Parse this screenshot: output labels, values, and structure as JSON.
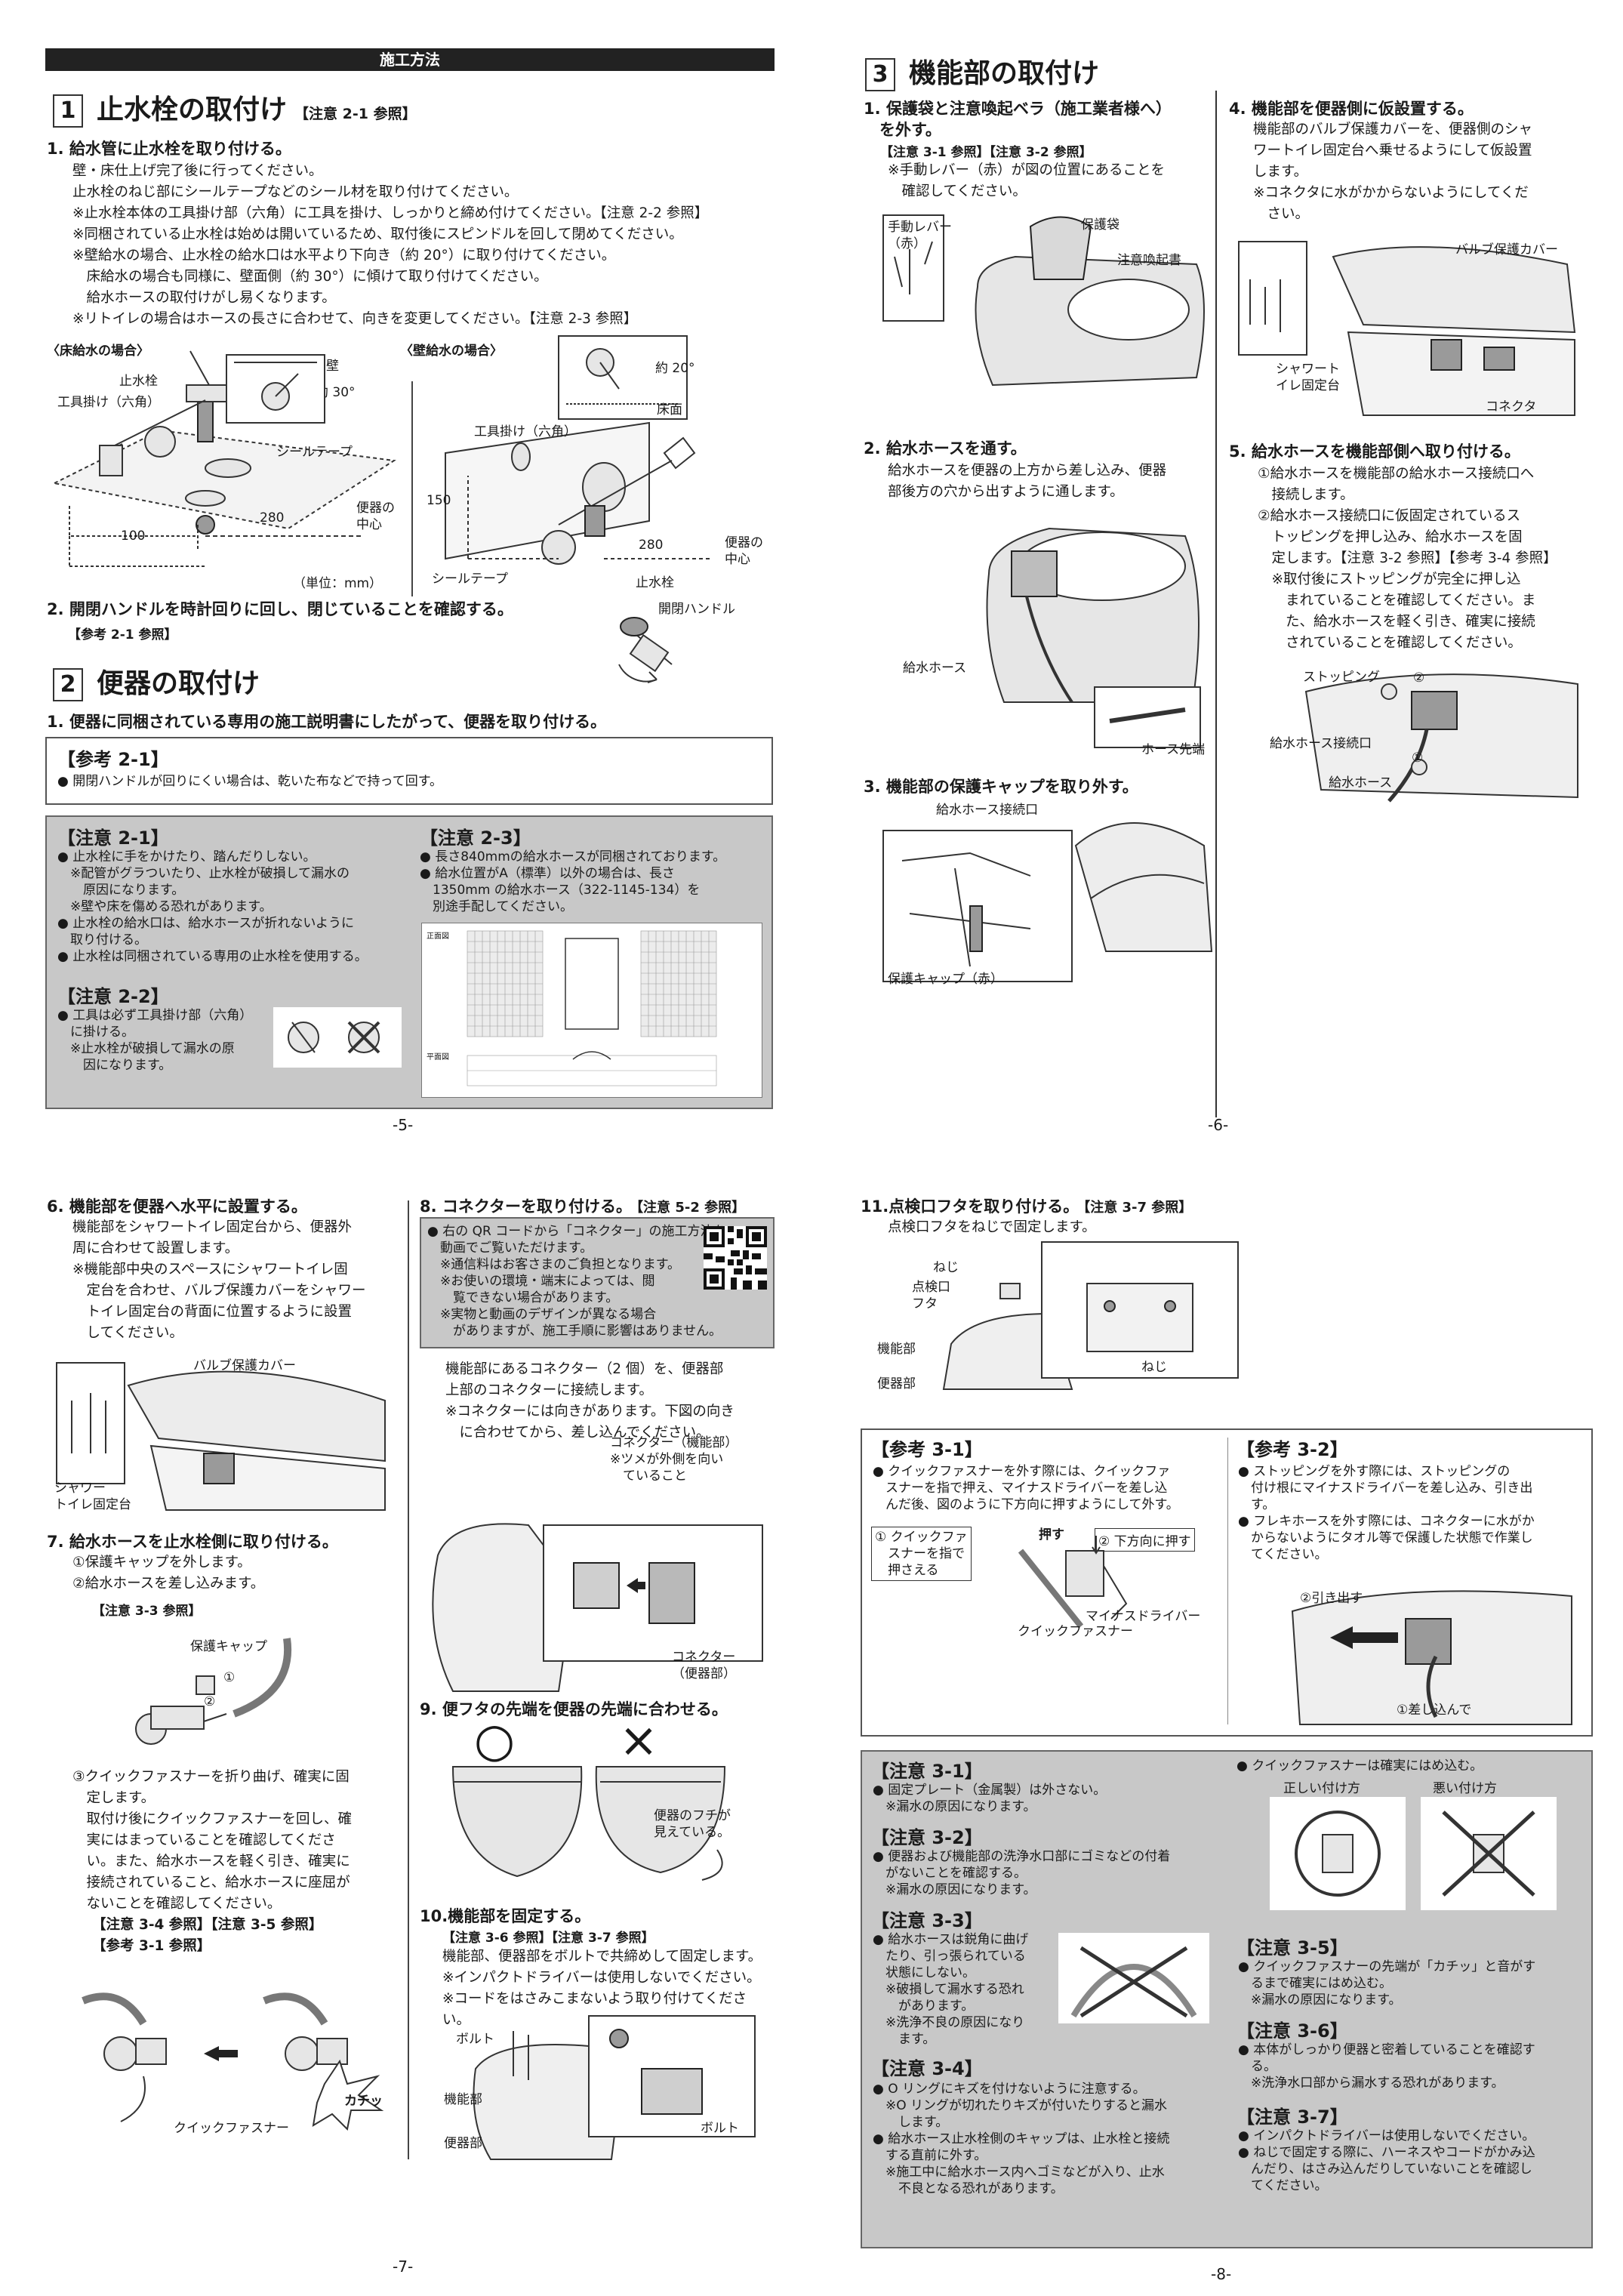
{
  "p5": {
    "bar": "施工方法",
    "s1": {
      "num": "1",
      "title": "止水栓の取付け",
      "ref": "【注意 2-1 参照】"
    },
    "st1": {
      "head": "1. 給水管に止水栓を取り付ける。",
      "body": "壁・床仕上げ完了後に行ってください。\n止水栓のねじ部にシールテープなどのシール材を取り付けてください。\n※止水栓本体の工具掛け部（六角）に工具を掛け、しっかりと締め付けてください。【注意 2-2 参照】\n※同梱されている止水栓は始めは開いているため、取付後にスピンドルを回して閉めてください。\n※壁給水の場合、止水栓の給水口は水平より下向き（約 20°）に取り付けてください。\n　床給水の場合も同様に、壁面側（約 30°）に傾けて取り付けてください。\n　給水ホースの取付けがし易くなります。\n※リトイレの場合はホースの長さに合わせて、向きを変更してください。【注意 2-3 参照】"
    },
    "fig1": {
      "floor_label": "〈床給水の場合〉",
      "wall_label": "〈壁給水の場合〉",
      "shisuisen": "止水栓",
      "kougu": "工具掛け（六角）",
      "kabe": "壁",
      "yaku30": "約 30°",
      "seal": "シールテープ",
      "d280": "280",
      "d100": "100",
      "center": "便器の\n中心",
      "unit": "（単位：mm）",
      "yaku20": "約 20°",
      "yuka": "床面",
      "kougu2": "工具掛け（六角）",
      "d150": "150",
      "d280b": "280",
      "center2": "便器の\n中心",
      "seal2": "シールテープ",
      "shisuisen2": "止水栓",
      "handle": "開閉ハンドル"
    },
    "st2": {
      "head": "2. 開閉ハンドルを時計回りに回し、閉じていることを確認する。",
      "ref": "【参考 2-1 参照】"
    },
    "s2": {
      "num": "2",
      "title": "便器の取付け"
    },
    "st3": {
      "head": "1. 便器に同梱されている専用の施工説明書にしたがって、便器を取り付ける。"
    },
    "ref21": {
      "title": "【参考 2-1】",
      "body": "● 開閉ハンドルが回りにくい場合は、乾いた布などで持って回す。"
    },
    "c21": {
      "title": "【注意 2-1】",
      "body": "● 止水栓に手をかけたり、踏んだりしない。\n　※配管がグラついたり、止水栓が破損して漏水の\n　　原因になります。\n　※壁や床を傷める恐れがあります。\n● 止水栓の給水口は、給水ホースが折れないように\n　取り付ける。\n● 止水栓は同梱されている専用の止水栓を使用する。"
    },
    "c22": {
      "title": "【注意 2-2】",
      "body": "● 工具は必ず工具掛け部（六角）\n　に掛ける。\n　※止水栓が破損して漏水の原\n　　因になります。"
    },
    "c23": {
      "title": "【注意 2-3】",
      "body": "● 長さ840mmの給水ホースが同梱されております。\n●  給水位置がA（標準）以外の場合は、長さ\n　1350mm の給水ホース（322-1145-134）を\n　別途手配してください。"
    },
    "chart_labels": {
      "front": "正面図",
      "plan": "平面図"
    },
    "page": "-5-"
  },
  "p6": {
    "s3": {
      "num": "3",
      "title": "機能部の取付け"
    },
    "st1": {
      "head": "1. 保護袋と注意喚起ベラ（施工業者様へ）\n　を外す。",
      "ref": "【注意 3-1 参照】【注意 3-2 参照】",
      "body": "※手動レバー（赤）が図の位置にあることを\n　確認してください。"
    },
    "fig1": {
      "lever": "手動レバー\n（赤）",
      "bag": "保護袋",
      "tag": "注意喚起書"
    },
    "st2": {
      "head": "2. 給水ホースを通す。",
      "body": "給水ホースを便器の上方から差し込み、便器\n部後方の穴から出すように通します。"
    },
    "fig2": {
      "hose": "給水ホース",
      "tip": "ホース先端"
    },
    "st3": {
      "head": "3. 機能部の保護キャップを取り外す。"
    },
    "fig3": {
      "conn": "給水ホース接続口",
      "cap": "保護キャップ（赤）"
    },
    "st4": {
      "head": "4. 機能部を便器側に仮設置する。",
      "body": "機能部のバルブ保護カバーを、便器側のシャ\nワートイレ固定台へ乗せるようにして仮設置\nします。\n※コネクタに水がかからないようにしてくだ\n　さい。"
    },
    "fig4": {
      "valve": "バルブ保護カバー",
      "fix": "シャワート\nイレ固定台",
      "connector": "コネクタ"
    },
    "st5": {
      "head": "5. 給水ホースを機能部側へ取り付ける。",
      "body": "①給水ホースを機能部の給水ホース接続口へ\n　接続します。\n②給水ホース接続口に仮固定されているス\n　トッピングを押し込み、給水ホースを固\n　定します。【注意 3-2 参照】【参考 3-4 参照】\n　※取付後にストッピングが完全に押し込\n　　まれていることを確認してください。ま\n　　た、給水ホースを軽く引き、確実に接続\n　　されていることを確認してください。"
    },
    "fig5": {
      "stopping": "ストッピング",
      "conn": "給水ホース接続口",
      "hose": "給水ホース",
      "n1": "①",
      "n2": "②"
    },
    "page": "-6-"
  },
  "p7": {
    "st6": {
      "head": "6. 機能部を便器へ水平に設置する。",
      "body": "機能部をシャワートイレ固定台から、便器外\n周に合わせて設置します。\n※機能部中央のスペースにシャワートイレ固\n　定台を合わせ、バルブ保護カバーをシャワー\n　トイレ固定台の背面に位置するように設置\n　してください。"
    },
    "fig6": {
      "valve": "バルブ保護カバー",
      "fix": "シャワー\nトイレ固定台"
    },
    "st7": {
      "head": "7. 給水ホースを止水栓側に取り付ける。",
      "body": "①保護キャップを外します。\n②給水ホースを差し込みます。",
      "ref": "【注意 3-3 参照】"
    },
    "fig7": {
      "cap": "保護キャップ",
      "n1": "①",
      "n2": "②"
    },
    "st7b": {
      "body": "③クイックファスナーを折り曲げ、確実に固\n　定します。\n　取付け後にクイックファスナーを回し、確\n　実にはまっていることを確認してくださ\n　い。また、給水ホースを軽く引き、確実に\n　接続されていること、給水ホースに座屈が\n　ないことを確認してください。",
      "ref": "【注意 3-4 参照】【注意 3-5 参照】\n【参考 3-1 参照】"
    },
    "fig7b": {
      "click": "カチッ",
      "qf": "クイックファスナー"
    },
    "st8": {
      "head": "8. コネクターを取り付ける。",
      "ref": "【注意 5-2 参照】"
    },
    "qr": {
      "body": "● 右の QR コードから「コネクター」の施工方法を\n　動画でご覧いただけます。\n　※通信料はお客さまのご負担となります。\n　※お使いの環境・端末によっては、閲\n　　覧できない場合があります。\n　※実物と動画のデザインが異なる場合\n　　がありますが、施工手順に影響はありません。"
    },
    "st8b": {
      "body": "機能部にあるコネクター（2 個）を、便器部\n上部のコネクターに接続します。\n※コネクターには向きがあります。下図の向き\n　に合わせてから、差し込んでください。"
    },
    "fig8": {
      "conn": "コネクター（機能部）\n※ツメが外側を向い\n　ていること",
      "conn2": "コネクター\n（便器部）"
    },
    "st9": {
      "head": "9. 便フタの先端を便器の先端に合わせる。"
    },
    "fig9": {
      "ok": "○",
      "ng": "×",
      "edge": "便器のフチが\n見えている。"
    },
    "st10": {
      "head": "10.機能部を固定する。",
      "ref": "【注意 3-6 参照】【注意 3-7 参照】",
      "body": "機能部、便器部をボルトで共締めして固定します。\n※インパクトドライバーは使用しないでください。\n※コードをはさみこまないよう取り付けてください。"
    },
    "fig10": {
      "bolt": "ボルト",
      "kinou": "機能部",
      "benki": "便器部",
      "bolt2": "ボルト"
    },
    "page": "-7-"
  },
  "p8": {
    "st11": {
      "head": "11.点検口フタを取り付ける。",
      "ref": "【注意 3-7 参照】",
      "body": "点検口フタをねじで固定します。"
    },
    "fig11": {
      "neji": "ねじ",
      "lid": "点検口\nフタ",
      "kinou": "機能部",
      "benki": "便器部",
      "neji2": "ねじ"
    },
    "r31": {
      "title": "【参考 3-1】",
      "body": "● クイックファスナーを外す際には、クイックファ\n　スナーを指で押え、マイナスドライバーを差し込\n　んだ後、図のように下方向に押すようにして外す。",
      "a": "① クイックファ\n　スナーを指で\n　押さえる",
      "b": "② 下方向に押す",
      "push": "押す",
      "driver": "マイナスドライバー",
      "qf": "クイックファスナー"
    },
    "r32": {
      "title": "【参考 3-2】",
      "body": "● ストッピングを外す際には、ストッピングの\n　付け根にマイナスドライバーを差し込み、引き出\n　す。\n● フレキホースを外す際には、コネクターに水がか\n　からないようにタオル等で保護した状態で作業し\n　てください。",
      "pull": "②引き出す",
      "insert": "①差し込んで"
    },
    "c31": {
      "title": "【注意 3-1】",
      "body": "● 固定プレート（金属製）は外さない。\n　※漏水の原因になります。"
    },
    "c32": {
      "title": "【注意 3-2】",
      "body": "● 便器および機能部の洗浄水口部にゴミなどの付着\n　がないことを確認する。\n　※漏水の原因になります。"
    },
    "c33": {
      "title": "【注意 3-3】",
      "body": "● 給水ホースは鋭角に曲げ\n　たり、引っ張られている\n　状態にしない。\n　※破損して漏水する恐れ\n　　があります。\n　※洗浄不良の原因になり\n　　ます。"
    },
    "c34": {
      "title": "【注意 3-4】",
      "body": "● O リングにキズを付けないように注意する。\n　※O リングが切れたりキズが付いたりすると漏水\n　　します。\n● 給水ホース止水栓側のキャップは、止水栓と接続\n　する直前に外す。\n　※施工中に給水ホース内へゴミなどが入り、止水\n　　不良となる恐れがあります。"
    },
    "qf": {
      "body": "● クイックファスナーは確実にはめ込む。",
      "good": "正しい付け方",
      "bad": "悪い付け方"
    },
    "c35": {
      "title": "【注意 3-5】",
      "body": "● クイックファスナーの先端が「カチッ」と音がす\n　るまで確実にはめ込む。\n　※漏水の原因になります。"
    },
    "c36": {
      "title": "【注意 3-6】",
      "body": "● 本体がしっかり便器と密着していることを確認す\n　る。\n　※洗浄水口部から漏水する恐れがあります。"
    },
    "c37": {
      "title": "【注意 3-7】",
      "body": "● インパクトドライバーは使用しないでください。\n● ねじで固定する際に、ハーネスやコードがかみ込\n　んだり、はさみ込んだりしていないことを確認し\n　てください。"
    },
    "page": "-8-"
  }
}
